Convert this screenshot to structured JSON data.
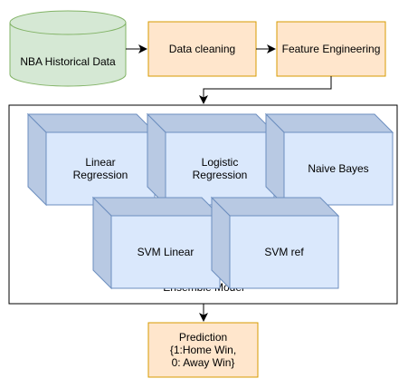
{
  "colors": {
    "cylinder_fill": "#d5e8d4",
    "cylinder_stroke": "#82b366",
    "process_fill": "#ffe6cc",
    "process_stroke": "#d79b00",
    "model_front": "#dae8fc",
    "model_side": "#b8c9e3",
    "model_stroke": "#6c8ebf",
    "line": "#000000"
  },
  "nodes": {
    "data_source": "NBA Historical Data",
    "cleaning": "Data cleaning",
    "feature_engineering": "Feature Engineering"
  },
  "ensemble": {
    "label": "Ensemble Model",
    "models": {
      "linear_regression": [
        "Linear",
        "Regression"
      ],
      "logistic_regression": [
        "Logistic",
        "Regression"
      ],
      "naive_bayes": [
        "Naive Bayes"
      ],
      "svm_linear": [
        "SVM Linear"
      ],
      "svm_rbf": [
        "SVM ref"
      ]
    }
  },
  "prediction": {
    "lines": [
      "Prediction",
      "{1:Home Win,",
      "0: Away Win}"
    ]
  }
}
